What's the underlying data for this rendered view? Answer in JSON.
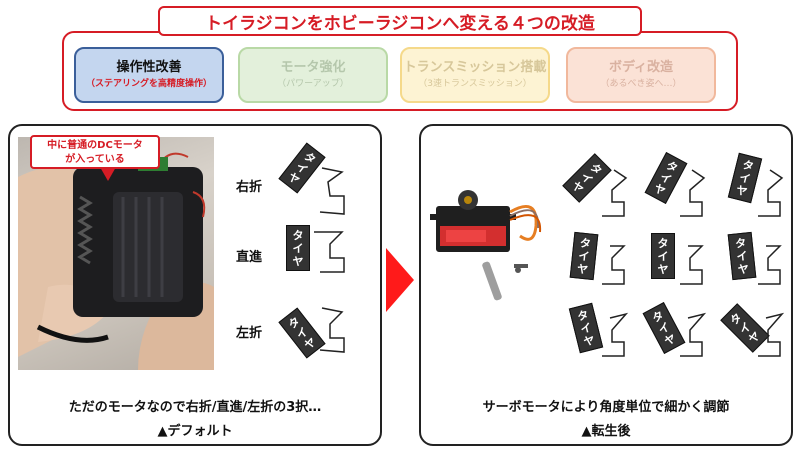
{
  "header": {
    "title": "トイラジコンをホビーラジコンへ変える４つの改造"
  },
  "modifications": [
    {
      "title": "操作性改善",
      "subtitle": "（ステアリングを高精度操作）",
      "state": "active"
    },
    {
      "title": "モータ強化",
      "subtitle": "（パワーアップ）",
      "state": "inactive"
    },
    {
      "title": "トランスミッション搭載",
      "subtitle": "（3速トランスミッション）",
      "state": "inactive"
    },
    {
      "title": "ボディ改造",
      "subtitle": "（あるべき姿へ…）",
      "state": "inactive"
    }
  ],
  "left_panel": {
    "callout": "中に普通のDCモータが入っている",
    "callout_line1": "中に普通のDCモータ",
    "callout_line2": "が入っている",
    "directions": [
      "右折",
      "直進",
      "左折"
    ],
    "tire_label": "タイヤ",
    "caption": "ただのモータなので右折/直進/左折の3択…",
    "sub_caption": "▲デフォルト"
  },
  "right_panel": {
    "tire_label": "タイヤ",
    "caption": "サーボモータにより角度単位で細かく調節",
    "sub_caption": "▲転生後"
  },
  "colors": {
    "accent": "#d61c25",
    "active_mod_bg": "#c4d6ef",
    "arrow": "#ff1a1a"
  },
  "icons": {
    "transition": "right-arrow-icon",
    "photo": "rc-car-motor-photo",
    "servo": "servo-motor-image"
  }
}
